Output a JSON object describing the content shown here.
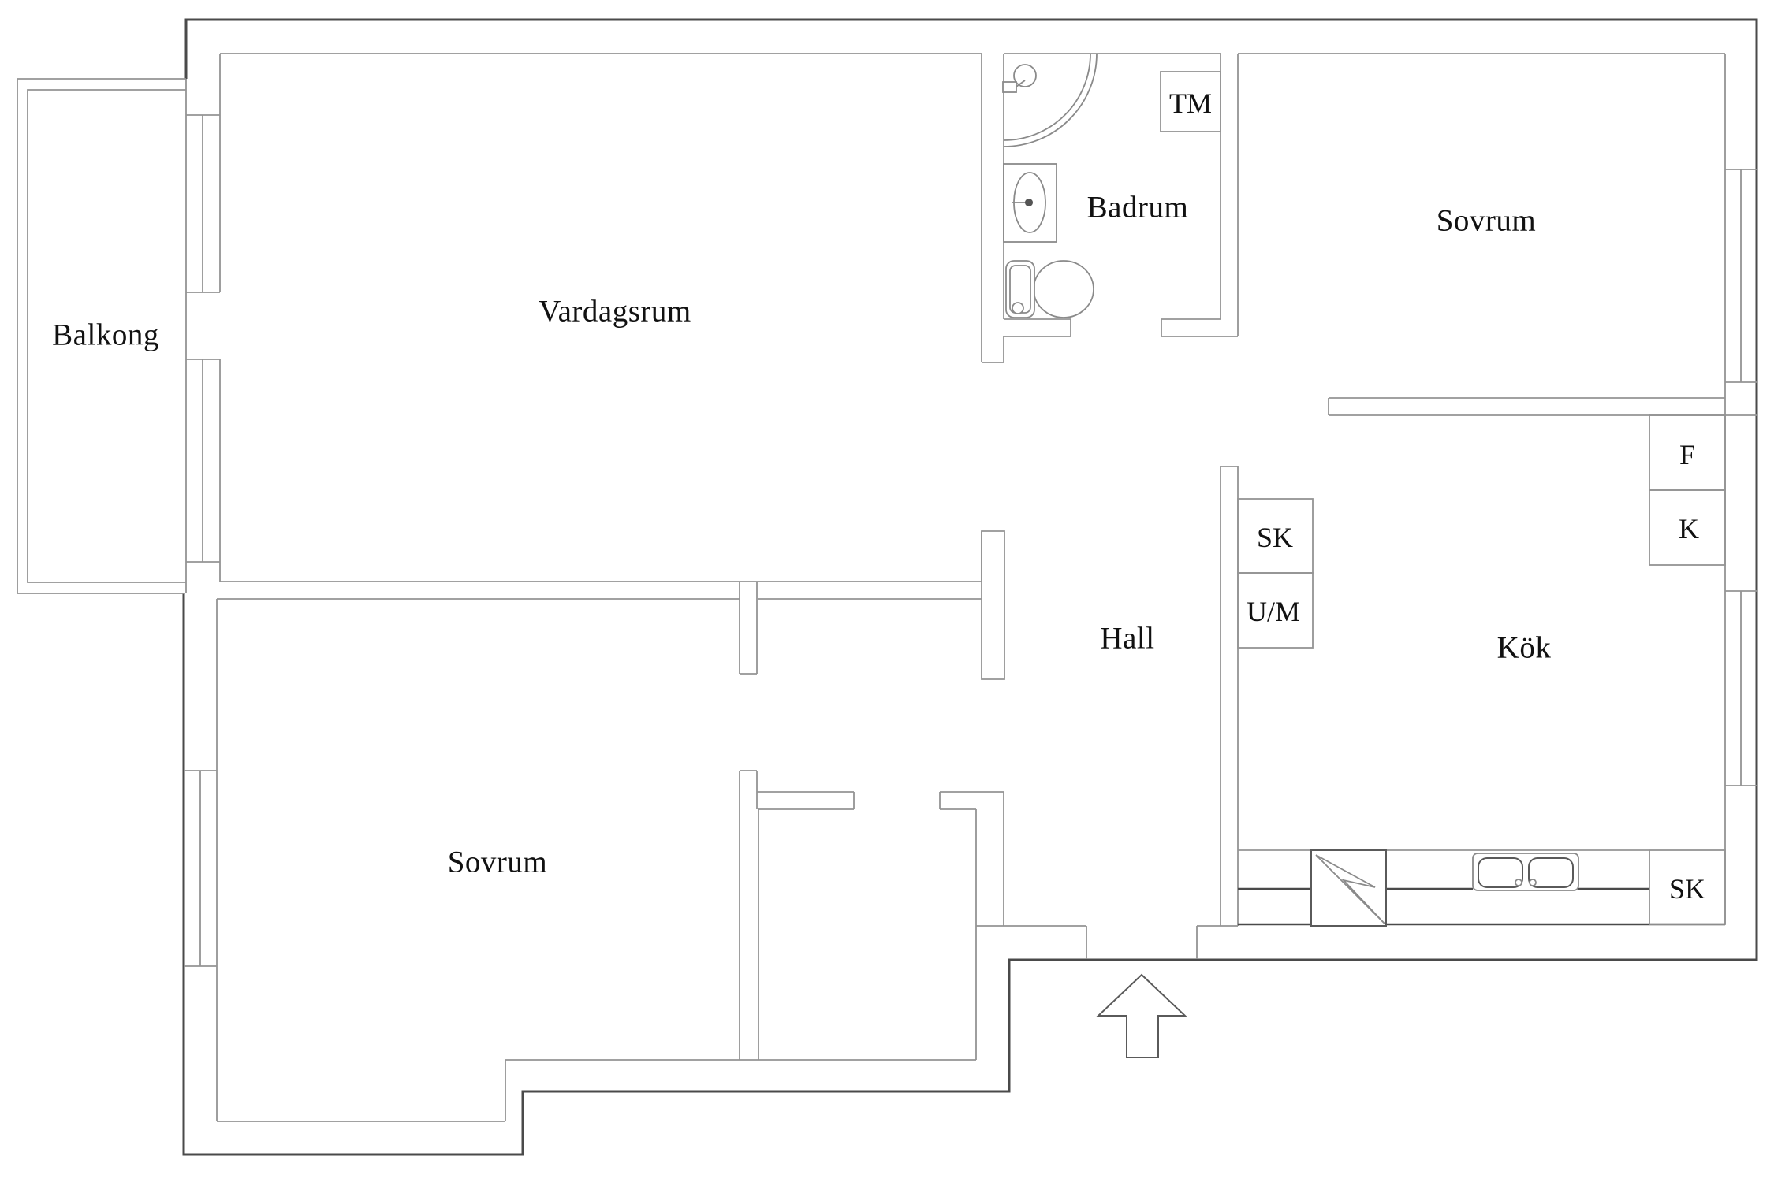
{
  "plan": {
    "kind": "apartment-floor-plan",
    "background": "#ffffff",
    "colors": {
      "outer_wall": "#4a4a4a",
      "inner_wall": "#949494",
      "fixture_line": "#8a8a8a",
      "text": "#111111"
    },
    "rooms": {
      "balkong": {
        "label": "Balkong"
      },
      "vardagsrum": {
        "label": "Vardagsrum"
      },
      "badrum": {
        "label": "Badrum"
      },
      "sovrum_right": {
        "label": "Sovrum"
      },
      "hall": {
        "label": "Hall"
      },
      "kok": {
        "label": "Kök"
      },
      "sovrum_left": {
        "label": "Sovrum"
      }
    },
    "closets": {
      "tm": {
        "label": "TM"
      },
      "f": {
        "label": "F"
      },
      "k": {
        "label": "K"
      },
      "sk_hall": {
        "label": "SK"
      },
      "um": {
        "label": "U/M"
      },
      "sk_kitchen": {
        "label": "SK"
      }
    },
    "fixtures": [
      "shower-icon",
      "shower-head-icon",
      "bathroom-sink-icon",
      "toilet-icon",
      "stove-icon",
      "kitchen-sink-icon",
      "entrance-arrow-icon"
    ]
  }
}
